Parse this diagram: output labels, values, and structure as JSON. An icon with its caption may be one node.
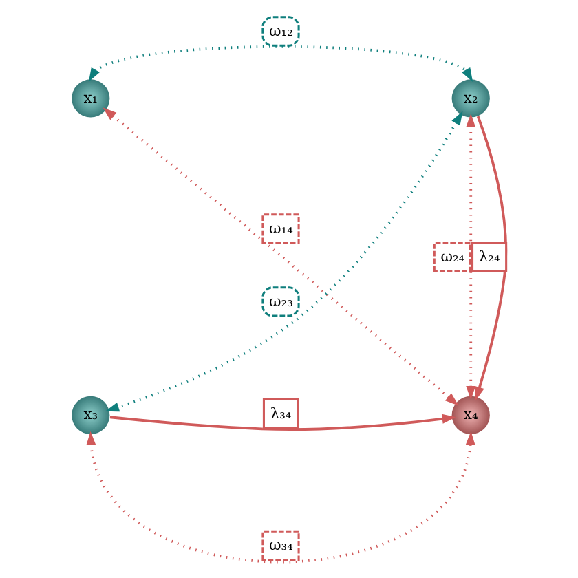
{
  "diagram": {
    "nodes": [
      {
        "text": [
          "x₁"
        ]
      },
      {
        "text": [
          "x₂"
        ]
      },
      {
        "text": [
          "x₃"
        ]
      },
      {
        "text": [
          "x₄"
        ]
      }
    ],
    "edges": [
      {
        "from": 0,
        "to": 1,
        "arrow": "both",
        "label": "ω₁₂",
        "style": "dashed",
        "color": "#0f7f7d"
      },
      {
        "from": 1,
        "to": 2,
        "arrow": "both",
        "label": "ω₂₃",
        "style": "dashed",
        "color": "#0f7f7d"
      },
      {
        "from": 0,
        "to": 3,
        "arrow": "both",
        "label": "ω₁₄",
        "style": "dashed"
      },
      {
        "from": 1,
        "to": 3,
        "arrow": "to",
        "label": "λ₂₄"
      },
      {
        "from": 1,
        "to": 3,
        "arrow": "both",
        "label": "ω₂₄",
        "style": "dashed"
      },
      {
        "from": 2,
        "to": 3,
        "arrow": "to",
        "label": "λ₃₄"
      },
      {
        "from": 2,
        "to": 3,
        "arrow": "both",
        "label": "ω₃₄",
        "style": "dashed"
      }
    ]
  }
}
